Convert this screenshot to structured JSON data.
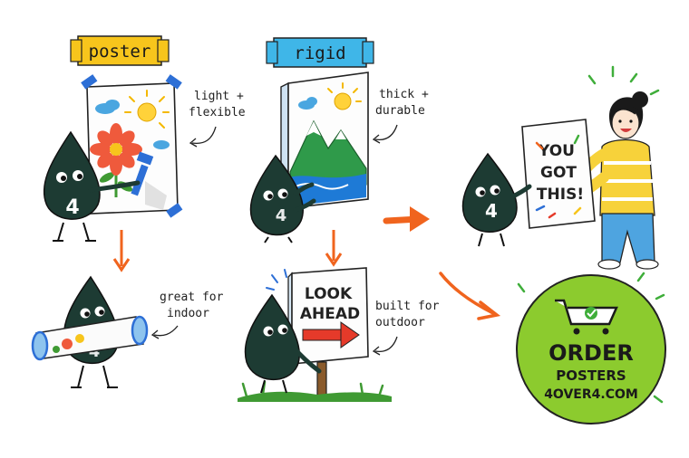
{
  "labels": {
    "poster": "poster",
    "rigid": "rigid"
  },
  "notes": {
    "light_line1": "light +",
    "light_line2": "flexible",
    "thick_line1": "thick +",
    "thick_line2": "durable",
    "great_line1": "great for",
    "great_line2": "indoor",
    "built_line1": "built for",
    "built_line2": "outdoor"
  },
  "signs": {
    "look_line1": "LOOK",
    "look_line2": "AHEAD",
    "got_line1": "YOU",
    "got_line2": "GOT",
    "got_line3": "THIS!"
  },
  "mascot_number": "4",
  "cta": {
    "line1": "ORDER",
    "line2": "POSTERS",
    "line3": "4OVER4.COM"
  },
  "colors": {
    "yellow_tag": "#f7c51c",
    "blue_tag": "#3fb6e8",
    "mascot": "#1d3b33",
    "arrow_orange": "#f0641e",
    "cta_green": "#8ccb2e",
    "sign_red": "#e53a2a"
  },
  "icons": [
    "cart-icon",
    "check-icon",
    "sun-icon",
    "flower-icon",
    "mountain-icon",
    "arrow-right-icon"
  ]
}
